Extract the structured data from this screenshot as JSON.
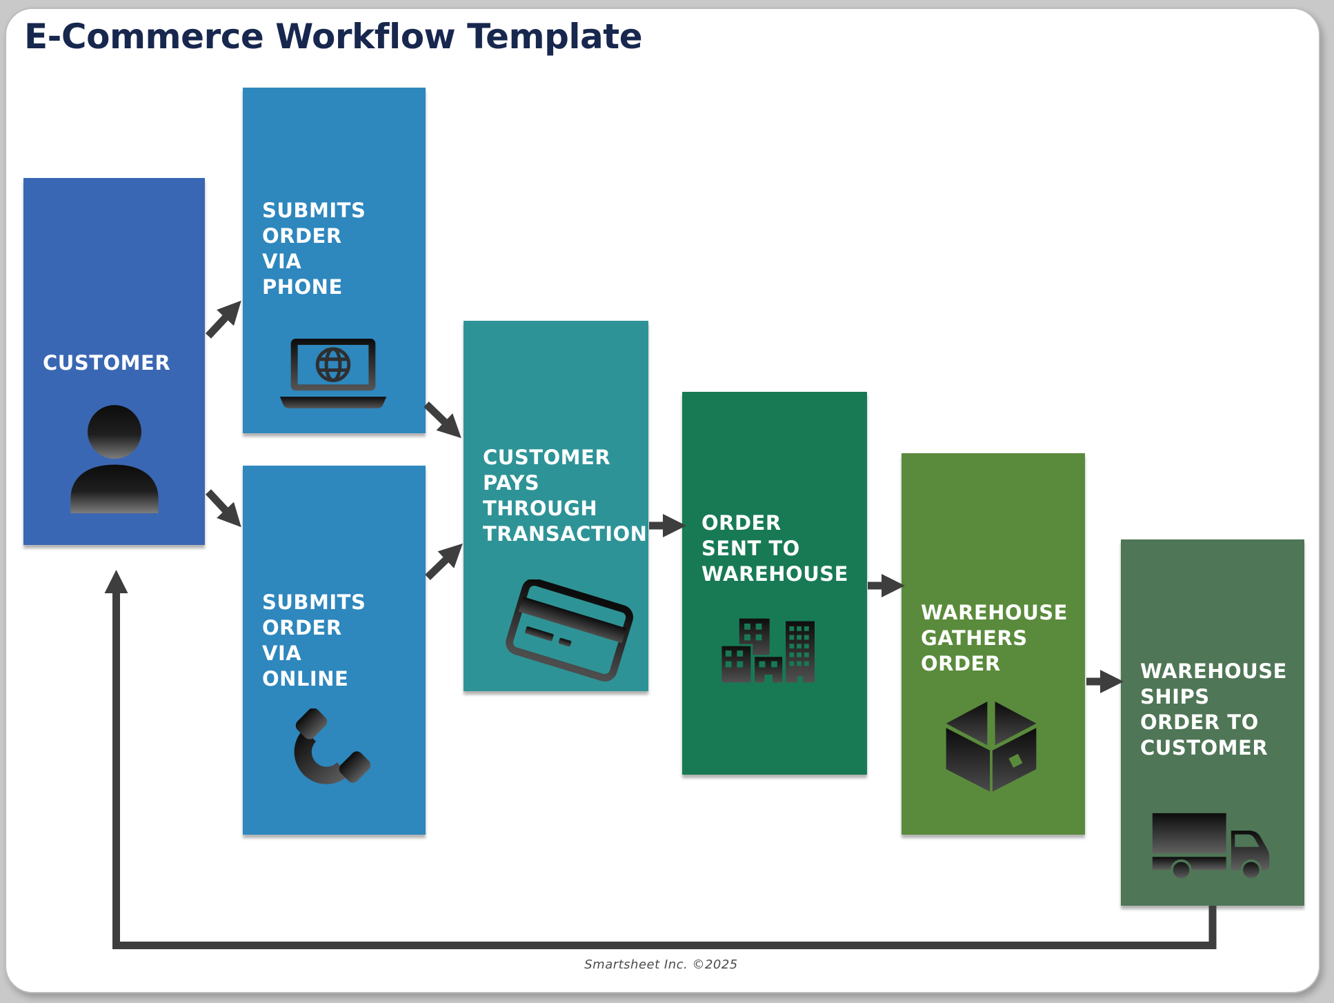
{
  "title": "E-Commerce Workflow Template",
  "footer": "Smartsheet Inc. ©2025",
  "colors": {
    "background": "#c9c9c9",
    "card": "#ffffff",
    "title_text": "#17274E",
    "label_text": "#ffffff",
    "arrow": "#3E3E3E"
  },
  "nodes": [
    {
      "id": "customer",
      "label": "CUSTOMER",
      "lines": [
        "CUSTOMER"
      ],
      "color": "#3A67B3",
      "icon": "person-icon"
    },
    {
      "id": "submits-via-phone",
      "label": "SUBMITS ORDER VIA PHONE",
      "lines": [
        "SUBMITS",
        "ORDER",
        "VIA",
        "PHONE"
      ],
      "color": "#2E87BD",
      "icon": "laptop-globe-icon"
    },
    {
      "id": "submits-via-online",
      "label": "SUBMITS ORDER VIA ONLINE",
      "lines": [
        "SUBMITS",
        "ORDER",
        "VIA",
        "ONLINE"
      ],
      "color": "#2E87BD",
      "icon": "phone-handset-icon"
    },
    {
      "id": "customer-pays",
      "label": "CUSTOMER PAYS THROUGH TRANSACTION",
      "lines": [
        "CUSTOMER",
        "PAYS",
        "THROUGH",
        "TRANSACTION"
      ],
      "color": "#2E9396",
      "icon": "credit-card-icon"
    },
    {
      "id": "order-sent",
      "label": "ORDER SENT TO WAREHOUSE",
      "lines": [
        "ORDER",
        "SENT TO",
        "WAREHOUSE"
      ],
      "color": "#187A55",
      "icon": "buildings-icon"
    },
    {
      "id": "warehouse-gathers",
      "label": "WAREHOUSE GATHERS ORDER",
      "lines": [
        "WAREHOUSE",
        "GATHERS",
        "ORDER"
      ],
      "color": "#5A8B3C",
      "icon": "package-box-icon"
    },
    {
      "id": "warehouse-ships",
      "label": "WAREHOUSE SHIPS ORDER TO CUSTOMER",
      "lines": [
        "WAREHOUSE",
        "SHIPS",
        "ORDER TO",
        "CUSTOMER"
      ],
      "color": "#4F7656",
      "icon": "truck-icon"
    }
  ],
  "connectors": [
    {
      "from": "customer",
      "to": "submits-via-phone"
    },
    {
      "from": "customer",
      "to": "submits-via-online"
    },
    {
      "from": "submits-via-phone",
      "to": "customer-pays"
    },
    {
      "from": "submits-via-online",
      "to": "customer-pays"
    },
    {
      "from": "customer-pays",
      "to": "order-sent"
    },
    {
      "from": "order-sent",
      "to": "warehouse-gathers"
    },
    {
      "from": "warehouse-gathers",
      "to": "warehouse-ships"
    },
    {
      "from": "warehouse-ships",
      "to": "customer"
    }
  ]
}
